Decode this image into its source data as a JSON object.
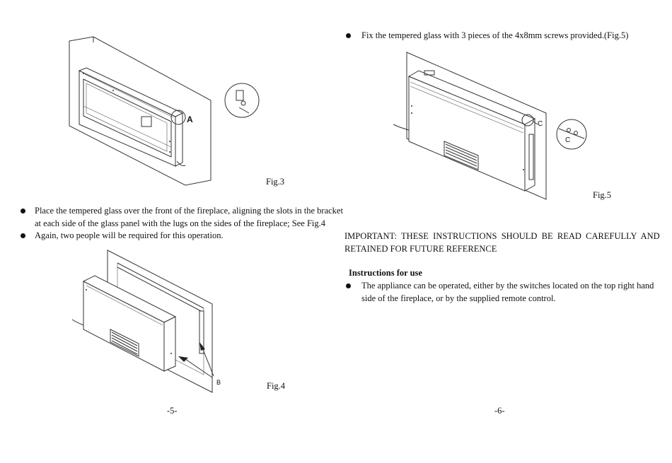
{
  "left_page": {
    "fig3_label": "Fig.3",
    "fig3_callout": "A",
    "bullets": [
      "Place the tempered glass over the front of the fireplace, aligning the slots in the bracket",
      "at each side of the glass panel with the lugs on the sides of the fireplace; See Fig.4",
      "Again, two people will be required for this operation."
    ],
    "fig4_label": "Fig.4",
    "fig4_callout": "B",
    "page_number": "-5-"
  },
  "right_page": {
    "bullet_top": "Fix the tempered glass with 3 pieces of the 4x8mm screws provided.(Fig.5)",
    "fig5_label": "Fig.5",
    "fig5_callout_main": "C",
    "fig5_callout_detail": "C",
    "important_line1": "IMPORTANT:  THESE  INSTRUCTIONS  SHOULD  BE  READ  CAREFULLY  AND",
    "important_line2": "RETAINED FOR FUTURE REFERENCE",
    "section_heading": "Instructions for use",
    "usage_line1": "The appliance can be operated, either by the switches located on the top right hand",
    "usage_line2": "side of the fireplace, or by the supplied remote control.",
    "page_number": "-6-"
  }
}
